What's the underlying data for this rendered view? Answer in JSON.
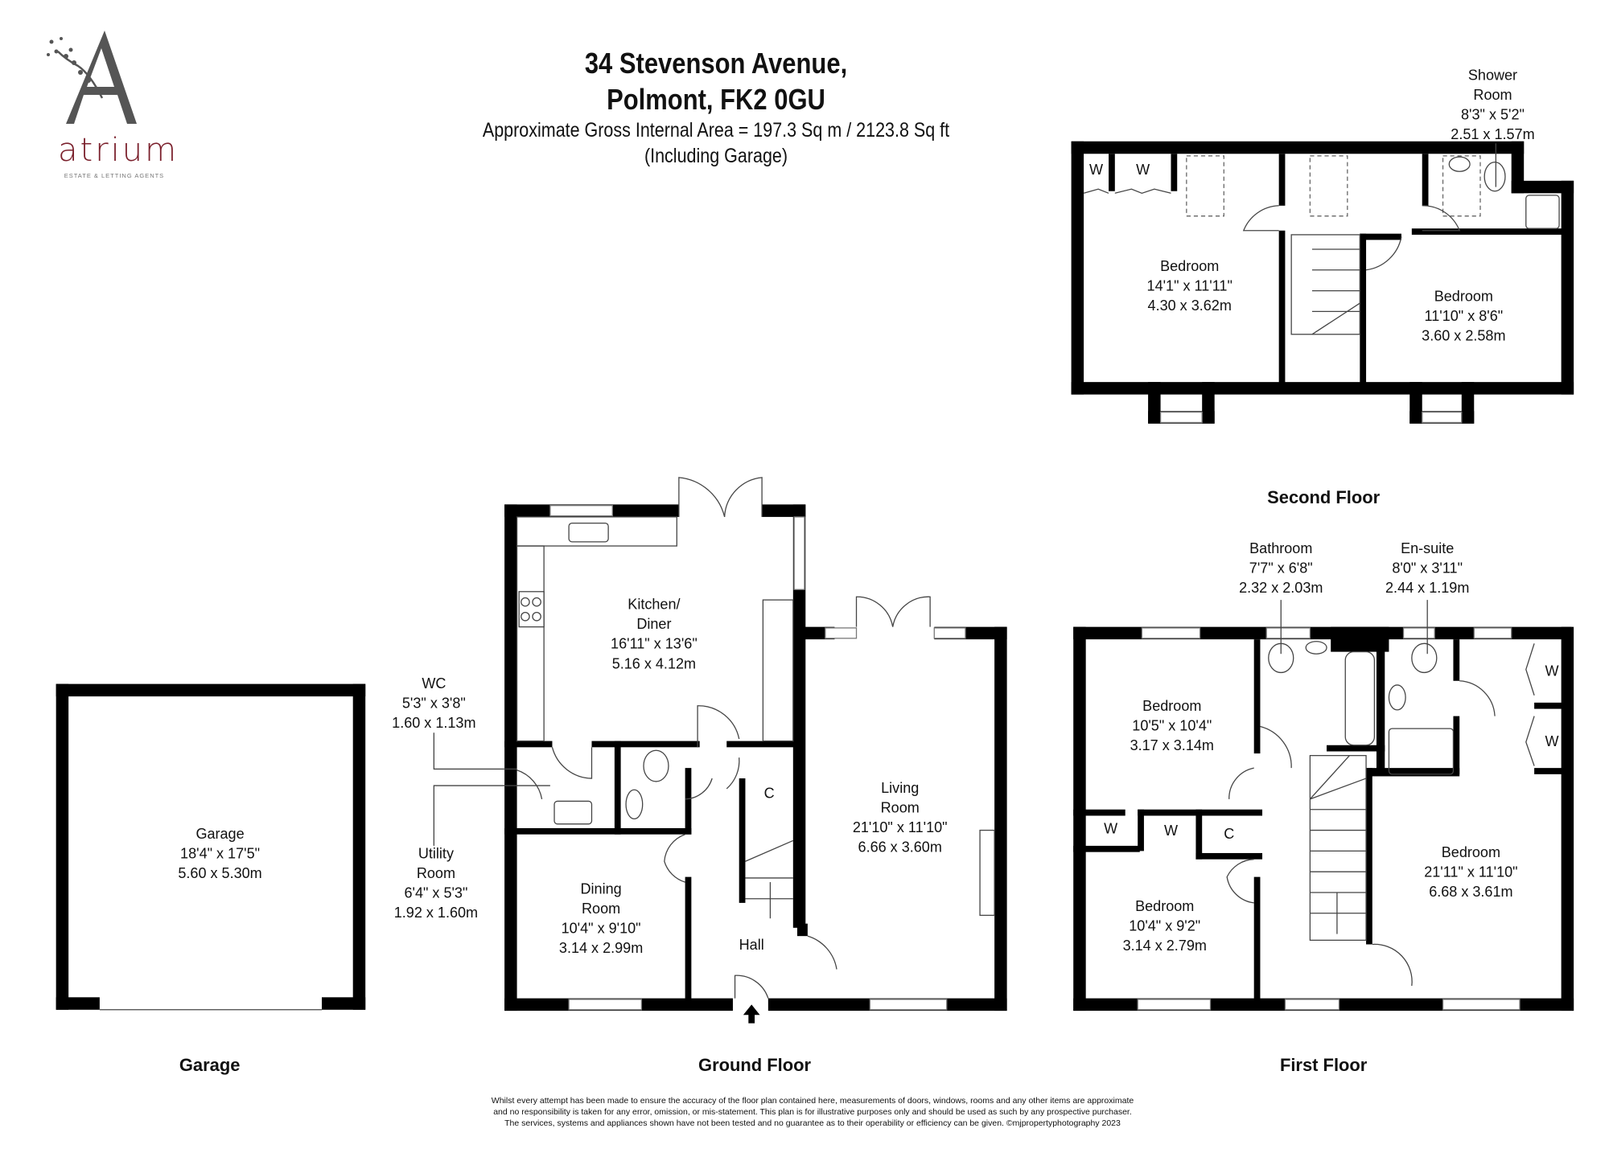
{
  "brand": {
    "logo_letter": "A",
    "name": "atrium",
    "tagline": "ESTATE & LETTING AGENTS",
    "colors": {
      "wordmark": "#7a1f2b",
      "letter": "#555555"
    }
  },
  "header": {
    "address_line1": "34 Stevenson Avenue,",
    "address_line2": "Polmont, FK2 0GU",
    "area": "Approximate Gross Internal Area = 197.3 Sq m / 2123.8 Sq ft",
    "area_note": "(Including Garage)"
  },
  "floors": {
    "garage": {
      "title": "Garage",
      "rooms": [
        {
          "name": "Garage",
          "imperial": "18'4\" x 17'5\"",
          "metric": "5.60 x 5.30m"
        }
      ]
    },
    "ground": {
      "title": "Ground Floor",
      "rooms": [
        {
          "name1": "Kitchen/",
          "name2": "Diner",
          "imperial": "16'11\" x 13'6\"",
          "metric": "5.16 x 4.12m"
        },
        {
          "name1": "Living",
          "name2": "Room",
          "imperial": "21'10\" x 11'10\"",
          "metric": "6.66 x 3.60m"
        },
        {
          "name1": "Dining",
          "name2": "Room",
          "imperial": "10'4\" x 9'10\"",
          "metric": "3.14 x 2.99m"
        },
        {
          "name": "WC",
          "imperial": "5'3\" x 3'8\"",
          "metric": "1.60 x 1.13m"
        },
        {
          "name1": "Utility",
          "name2": "Room",
          "imperial": "6'4\" x 5'3\"",
          "metric": "1.92 x 1.60m"
        },
        {
          "name": "Hall"
        },
        {
          "name": "C"
        }
      ]
    },
    "first": {
      "title": "First Floor",
      "rooms": [
        {
          "name": "Bedroom",
          "imperial": "10'5\" x 10'4\"",
          "metric": "3.17 x 3.14m"
        },
        {
          "name": "Bedroom",
          "imperial": "10'4\" x 9'2\"",
          "metric": "3.14 x 2.79m"
        },
        {
          "name": "Bedroom",
          "imperial": "21'11\" x 11'10\"",
          "metric": "6.68 x 3.61m"
        },
        {
          "name": "Bathroom",
          "imperial": "7'7\" x 6'8\"",
          "metric": "2.32 x 2.03m"
        },
        {
          "name": "En-suite",
          "imperial": "8'0\" x 3'11\"",
          "metric": "2.44 x 1.19m"
        }
      ],
      "cupboards": [
        "W",
        "W",
        "C",
        "W",
        "W"
      ]
    },
    "second": {
      "title": "Second Floor",
      "rooms": [
        {
          "name": "Bedroom",
          "imperial": "14'1\" x 11'11\"",
          "metric": "4.30 x 3.62m"
        },
        {
          "name": "Bedroom",
          "imperial": "11'10\" x 8'6\"",
          "metric": "3.60 x 2.58m"
        },
        {
          "name1": "Shower",
          "name2": "Room",
          "imperial": "8'3\" x 5'2\"",
          "metric": "2.51 x 1.57m"
        }
      ],
      "cupboards": [
        "W",
        "W"
      ]
    }
  },
  "disclaimer": {
    "line1": "Whilst every attempt has been made to ensure the accuracy of the floor plan contained here, measurements of doors, windows, rooms and any other items are approximate",
    "line2": "and no responsibility is taken for any error, omission, or mis-statement. This plan is for illustrative purposes only and should be used as such by any prospective purchaser.",
    "line3": "The services, systems and appliances shown have not been tested and no guarantee as to their operability or efficiency can be given. ©mjpropertyphotography 2023"
  }
}
